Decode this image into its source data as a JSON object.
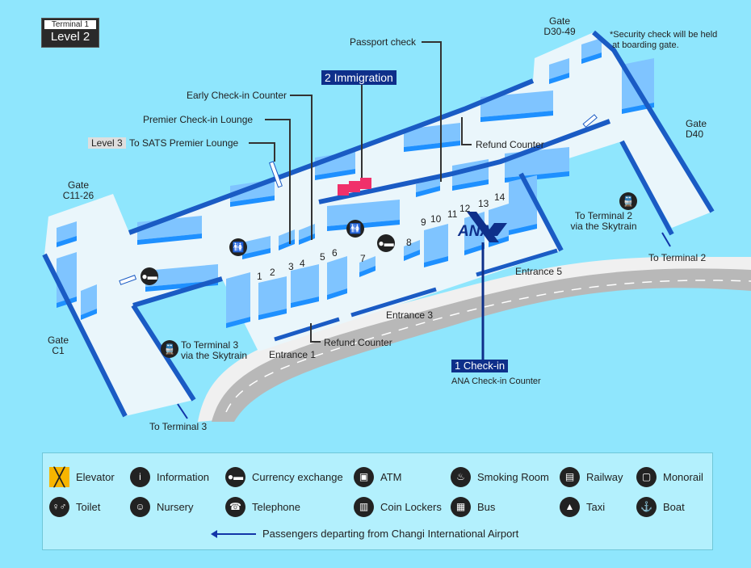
{
  "header": {
    "terminal": "Terminal 1",
    "level": "Level 2"
  },
  "labels": {
    "passport_check": "Passport check",
    "immigration": "2 Immigration",
    "early_checkin": "Early Check-in Counter",
    "premier_checkin_lounge": "Premier Check-in Lounge",
    "level3_tag": "Level 3",
    "sats_lounge": "To SATS Premier Lounge",
    "gate_c11_title": "Gate",
    "gate_c11_range": "C11-26",
    "gate_d30_title": "Gate",
    "gate_d30_range": "D30-49",
    "security_note_1": "*Security check will be held",
    "security_note_2": "at boarding gate.",
    "refund_counter_top": "Refund Counter",
    "gate_d40_title": "Gate",
    "gate_d40_range": "D40",
    "to_t2_skytrain_1": "To Terminal 2",
    "to_t2_skytrain_2": "via the Skytrain",
    "to_t2": "To Terminal 2",
    "entrance_5": "Entrance 5",
    "entrance_3": "Entrance 3",
    "entrance_1": "Entrance 1",
    "refund_counter_bottom": "Refund Counter",
    "checkin": "1 Check-in",
    "ana_counter": "ANA Check-in Counter",
    "ana_logo": "ANA",
    "to_t3_skytrain_1": "To Terminal 3",
    "to_t3_skytrain_2": "via the Skytrain",
    "gate_c1_title": "Gate",
    "gate_c1_range": "C1",
    "to_t3": "To Terminal 3"
  },
  "counters": [
    "1",
    "2",
    "3",
    "4",
    "5",
    "6",
    "7",
    "8",
    "9",
    "10",
    "11",
    "12",
    "13",
    "14"
  ],
  "legend": {
    "items": [
      {
        "label": "Elevator",
        "icon": "elevator-icon"
      },
      {
        "label": "Information",
        "icon": "information-icon"
      },
      {
        "label": "Currency exchange",
        "icon": "currency-exchange-icon"
      },
      {
        "label": "ATM",
        "icon": "atm-icon"
      },
      {
        "label": "Smoking Room",
        "icon": "smoking-room-icon"
      },
      {
        "label": "Railway",
        "icon": "railway-icon"
      },
      {
        "label": "Monorail",
        "icon": "monorail-icon"
      },
      {
        "label": "Toilet",
        "icon": "toilet-icon"
      },
      {
        "label": "Nursery",
        "icon": "nursery-icon"
      },
      {
        "label": "Telephone",
        "icon": "telephone-icon"
      },
      {
        "label": "Coin Lockers",
        "icon": "coin-lockers-icon"
      },
      {
        "label": "Bus",
        "icon": "bus-icon"
      },
      {
        "label": "Taxi",
        "icon": "taxi-icon"
      },
      {
        "label": "Boat",
        "icon": "boat-icon"
      }
    ],
    "departing_note": "Passengers departing from Changi International Airport"
  },
  "colors": {
    "background": "#8fe6fd",
    "floor": "#eaf6fb",
    "block": "#7fc4ff",
    "block_side": "#1e90ff",
    "wall": "#1a5bc4",
    "navy": "#0e2f8a",
    "immigration": "#f0306a"
  }
}
